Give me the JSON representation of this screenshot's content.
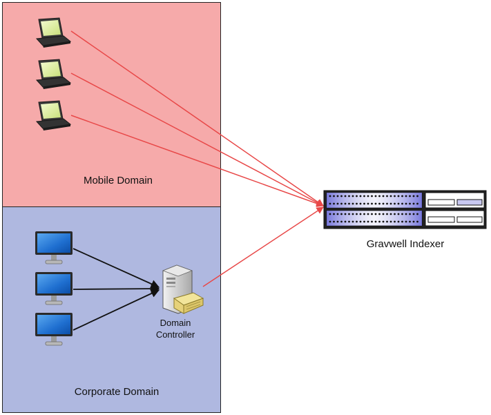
{
  "domains": {
    "mobile": {
      "label": "Mobile Domain",
      "fill": "#f6aaaa",
      "device_count": 3,
      "device_icon": "laptop-icon"
    },
    "corporate": {
      "label": "Corporate Domain",
      "fill": "#afb8e0",
      "device_count": 3,
      "device_icon": "desktop-monitor-icon"
    }
  },
  "controller": {
    "label_line1": "Domain",
    "label_line2": "Controller",
    "icon": "server-tower-icon"
  },
  "indexer": {
    "label": "Gravwell Indexer",
    "icon": "rack-server-icon"
  },
  "colors": {
    "border": "#222222",
    "mobile_arrows": "#e84848",
    "corporate_arrows": "#111111"
  }
}
